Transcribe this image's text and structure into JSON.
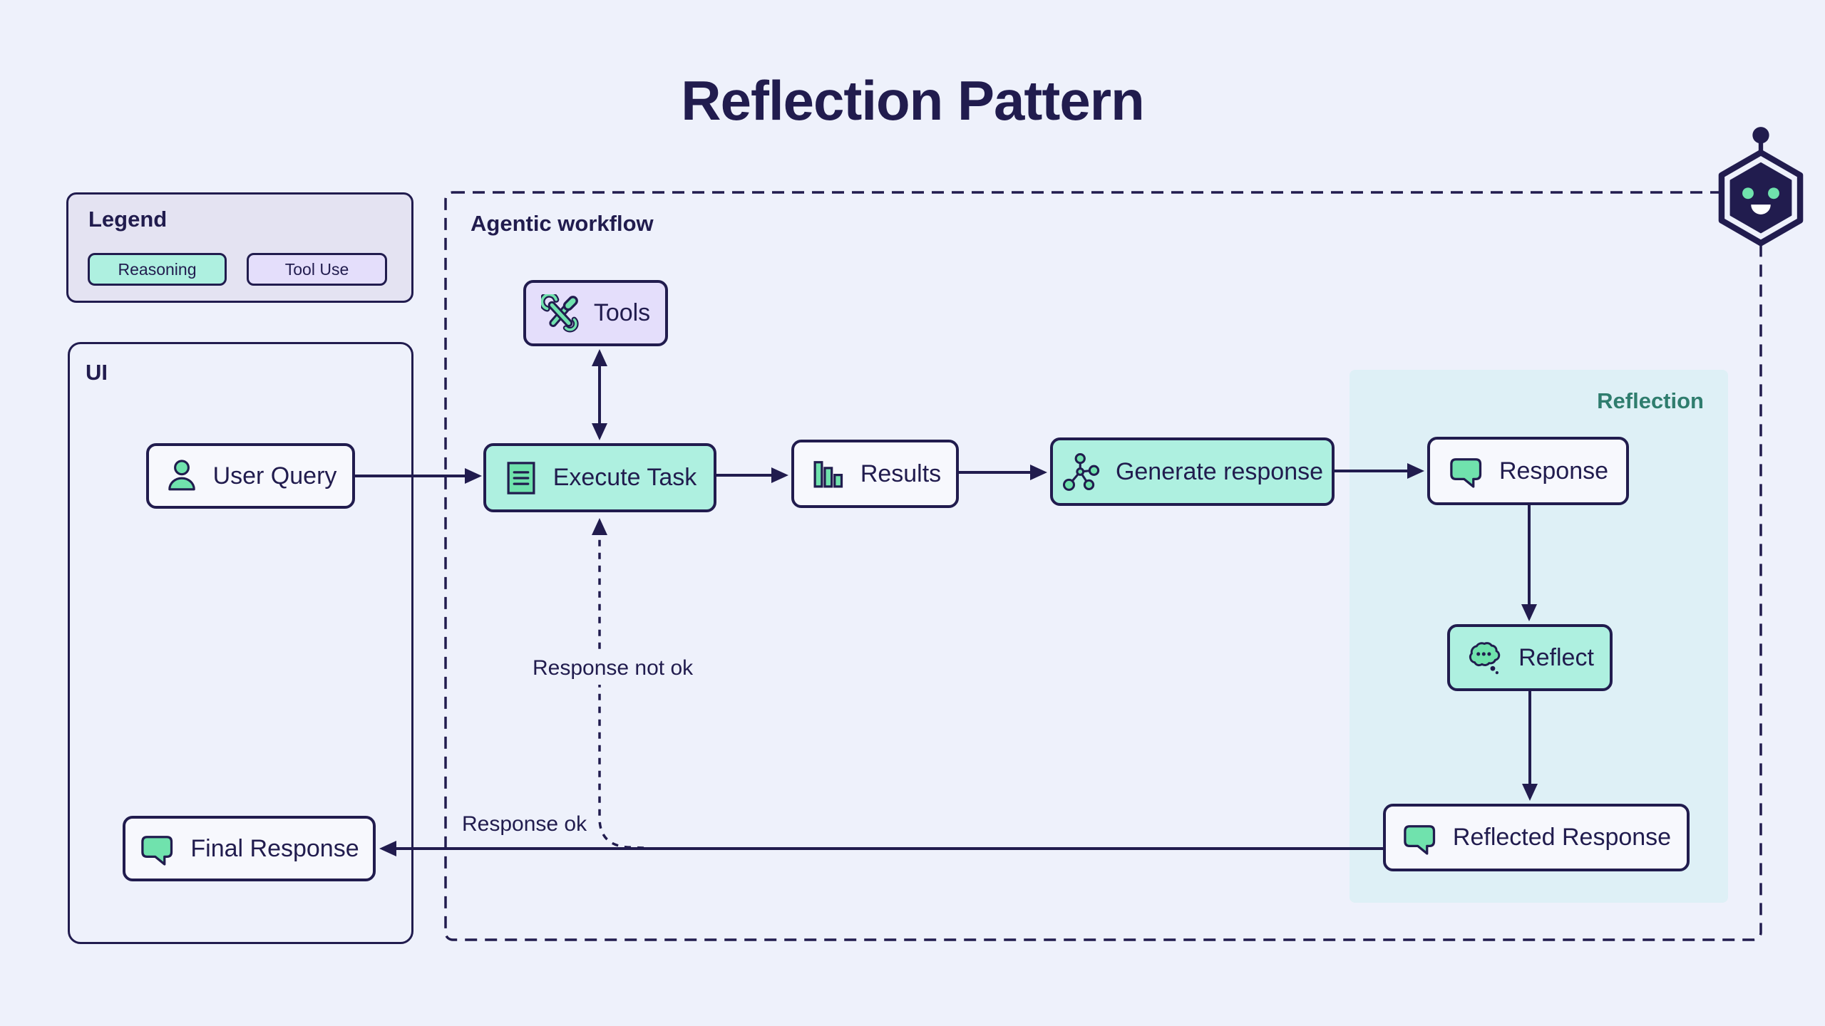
{
  "page": {
    "title": "Reflection Pattern",
    "background": "#eef1fb"
  },
  "legend": {
    "title": "Legend",
    "items": [
      {
        "label": "Reasoning",
        "color": "#aef0e0"
      },
      {
        "label": "Tool Use",
        "color": "#e4defb"
      }
    ]
  },
  "ui_panel": {
    "title": "UI",
    "nodes": {
      "user_query": {
        "label": "User Query",
        "icon": "user-icon"
      },
      "final_response": {
        "label": "Final Response",
        "icon": "speech-bubble-icon"
      }
    }
  },
  "workflow": {
    "title": "Agentic workflow",
    "nodes": {
      "tools": {
        "label": "Tools",
        "icon": "tools-icon",
        "category": "Tool Use"
      },
      "execute_task": {
        "label": "Execute Task",
        "icon": "task-list-icon",
        "category": "Reasoning"
      },
      "results": {
        "label": "Results",
        "icon": "bar-chart-icon",
        "category": ""
      },
      "generate_response": {
        "label": "Generate response",
        "icon": "network-icon",
        "category": "Reasoning"
      },
      "response": {
        "label": "Response",
        "icon": "speech-bubble-icon",
        "category": ""
      }
    },
    "edge_labels": {
      "response_not_ok": "Response not ok",
      "response_ok": "Response ok"
    }
  },
  "reflection_panel": {
    "title": "Reflection",
    "nodes": {
      "reflect": {
        "label": "Reflect",
        "icon": "thought-cloud-icon",
        "category": "Reasoning"
      },
      "reflected_response": {
        "label": "Reflected Response",
        "icon": "speech-bubble-icon",
        "category": ""
      }
    }
  },
  "colors": {
    "navy": "#211c4e",
    "mint": "#aef0e0",
    "lavender": "#e4defb",
    "panel_teal": "#def0f6",
    "icon_green": "#70e2ad",
    "reflection_title": "#2f7d6e",
    "legend_bg": "#e4e3f2",
    "node_white": "#f7f8fd"
  }
}
